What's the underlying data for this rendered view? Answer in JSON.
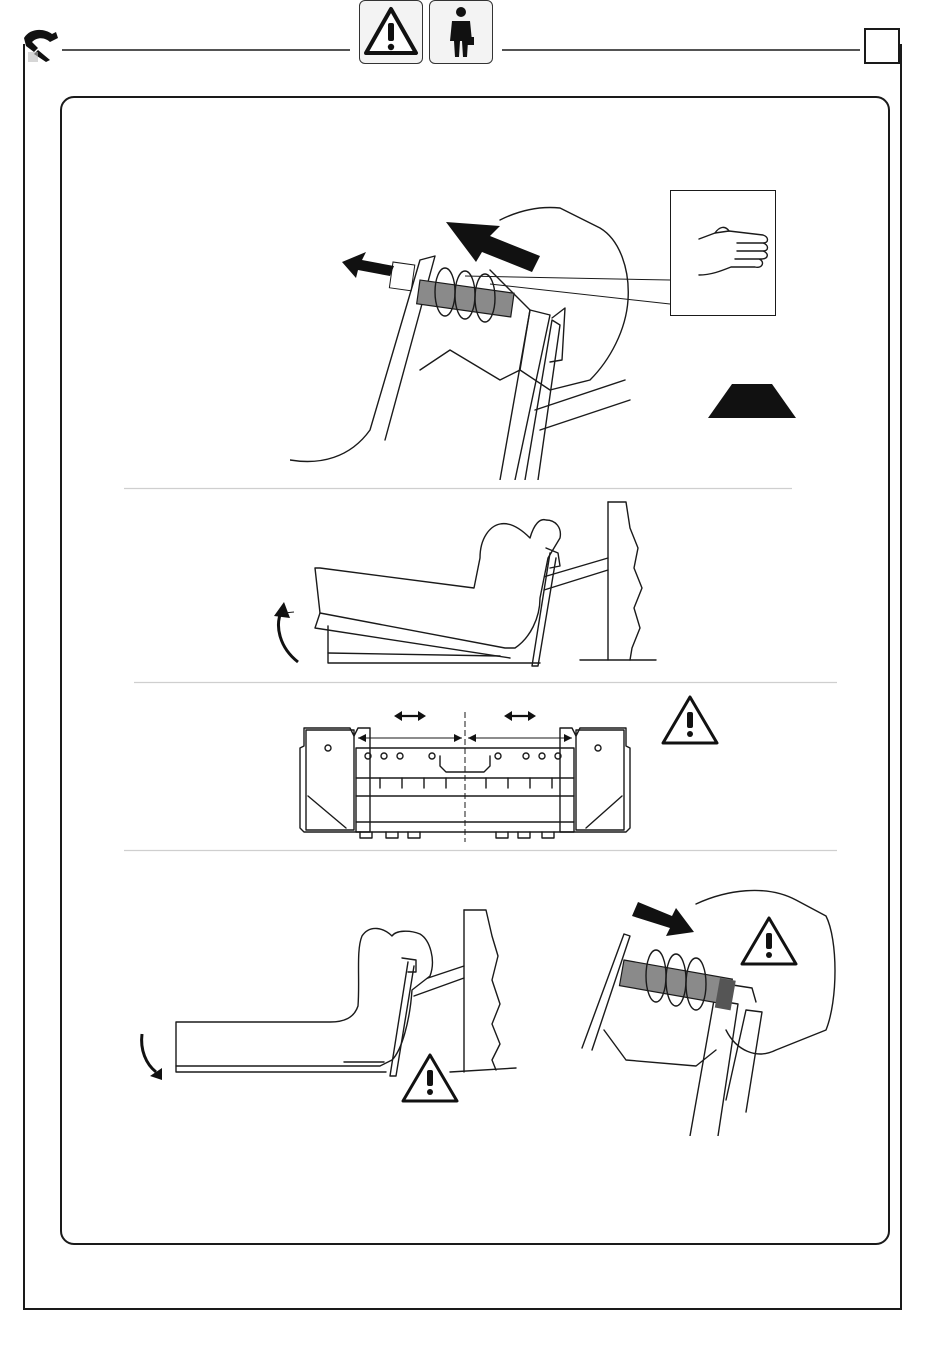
{
  "header": {
    "logo_icon": "tool-logo-icon",
    "badge_icons": [
      "warning-triangle-icon",
      "operator-person-icon"
    ]
  },
  "figures": [
    {
      "id": "fig-remove-pin",
      "icons": [
        "arrow-left-icon",
        "hand-icon",
        "trapezoid-weight-icon"
      ]
    },
    {
      "id": "fig-lift-tilt",
      "icons": [
        "curved-arrow-up-icon"
      ]
    },
    {
      "id": "fig-fork-spacing",
      "icons": [
        "double-arrow-icon",
        "warning-triangle-icon"
      ]
    },
    {
      "id": "fig-lower-tilt",
      "icons": [
        "curved-arrow-down-icon",
        "warning-triangle-icon"
      ]
    },
    {
      "id": "fig-insert-pin",
      "icons": [
        "arrow-right-icon",
        "warning-triangle-icon"
      ]
    }
  ],
  "colors": {
    "line": "#1a1a1a",
    "pin": "#8a8a8a",
    "separator": "#cfcfcf"
  }
}
